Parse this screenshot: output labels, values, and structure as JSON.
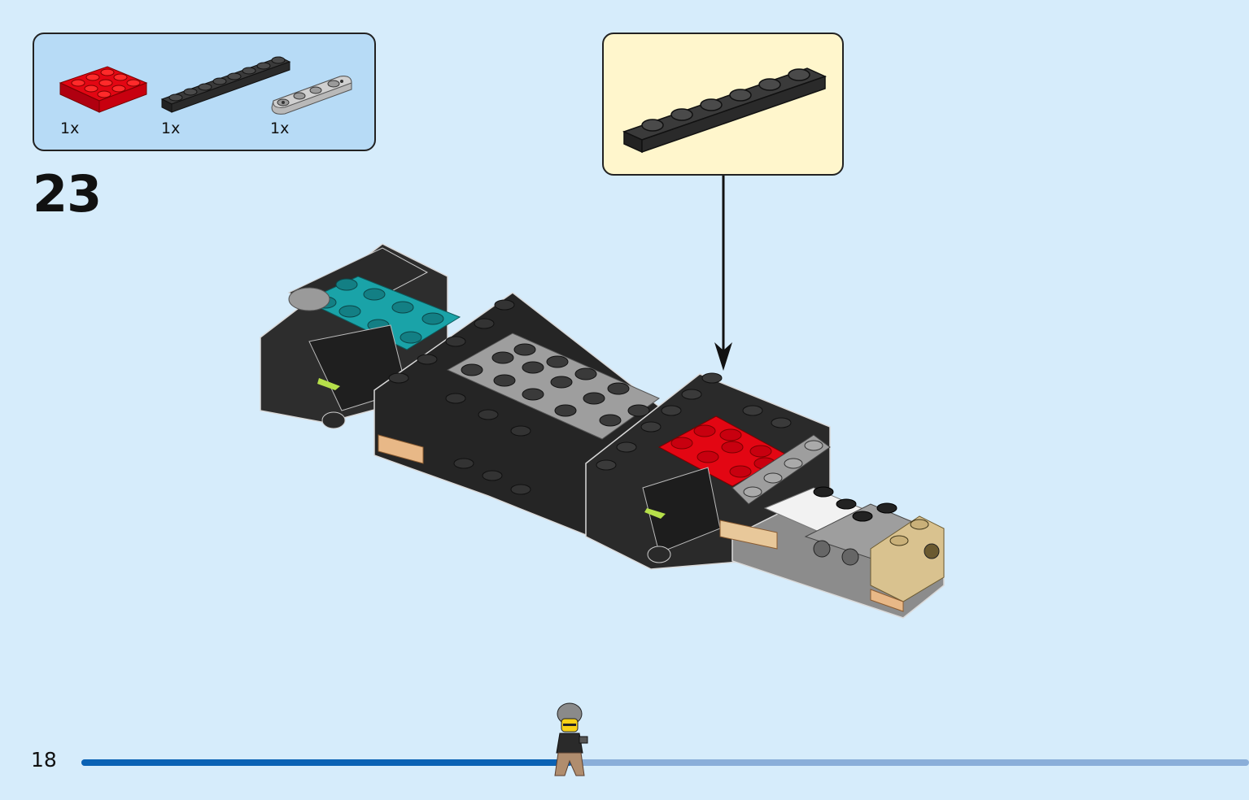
{
  "step": {
    "number": "23",
    "parts": [
      {
        "name": "red-plate-2x3",
        "quantity": "1x",
        "color": "#e30613"
      },
      {
        "name": "black-plate-1x8",
        "quantity": "1x",
        "color": "#2a2a2a"
      },
      {
        "name": "grey-plate-1x4-rounded",
        "quantity": "1x",
        "color": "#a8a8a8"
      }
    ],
    "callout_part": {
      "name": "black-plate-1x6",
      "color": "#2a2a2a"
    }
  },
  "page": {
    "number": "18",
    "progress": 0.42
  },
  "colors": {
    "background": "#d6ecfb",
    "parts_box": "#b7dbf6",
    "callout_box": "#fff6cc",
    "progress_fill": "#0b62b4",
    "progress_track": "#8aaed9"
  }
}
